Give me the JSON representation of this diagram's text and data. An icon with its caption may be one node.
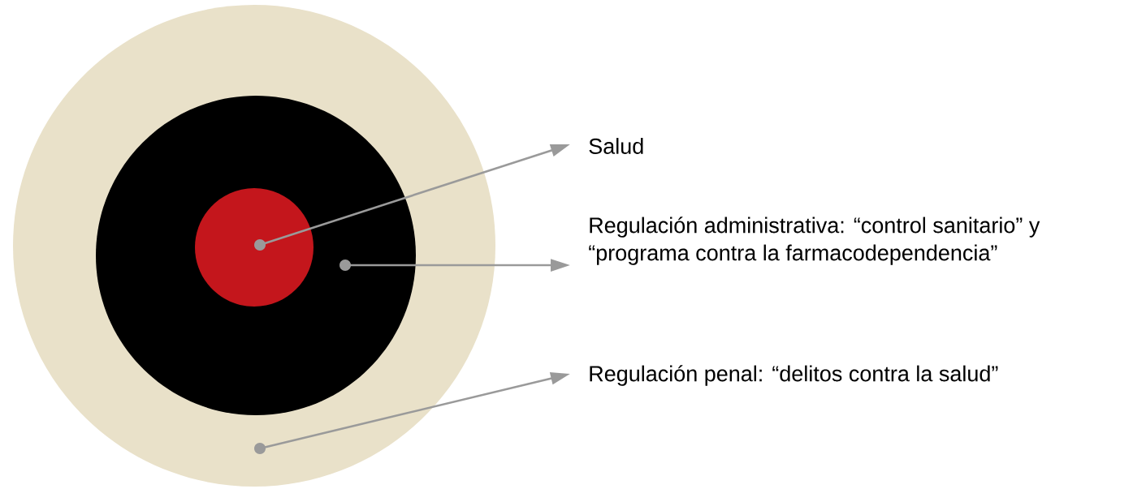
{
  "diagram": {
    "nodes": [
      {
        "text": [],
        "shape": "circle"
      },
      {
        "text": [],
        "shape": "circle",
        "in": 0
      },
      {
        "text": [],
        "shape": "circle",
        "in": 1
      },
      {
        "text": [
          "Salud"
        ]
      },
      {
        "text": [
          "Regulación administrativa: “control sanitario” y “programa contra la farmacodependencia”"
        ]
      },
      {
        "text": [
          "Regulación penal: “delitos contra la salud”"
        ]
      }
    ],
    "edges": [
      {
        "from": 2,
        "to": 3,
        "arrow": "to"
      },
      {
        "from": 1,
        "to": 4,
        "arrow": "to"
      },
      {
        "from": 0,
        "to": 5,
        "arrow": "to"
      }
    ]
  }
}
